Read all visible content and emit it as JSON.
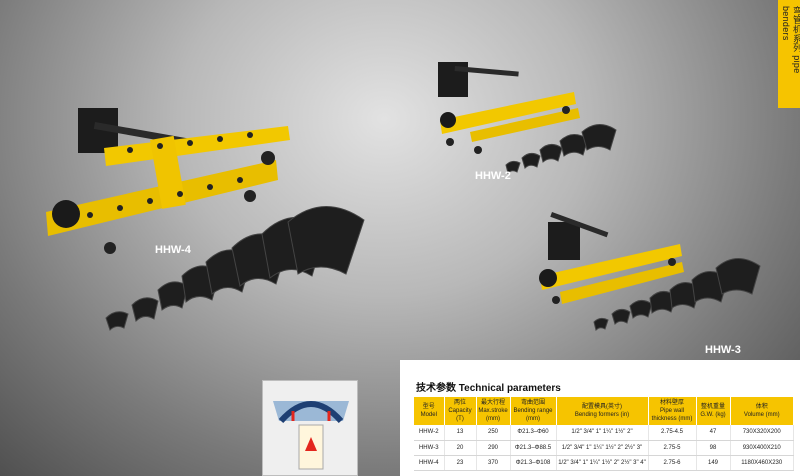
{
  "side_tab": {
    "text": "弯管机系列 pipe benders"
  },
  "products": {
    "hhw4_label": "HHW-4",
    "hhw2_label": "HHW-2",
    "hhw3_label": "HHW-3"
  },
  "specs": {
    "heading": "技术参数 Technical parameters",
    "columns": [
      {
        "cn": "型号",
        "en": "Model"
      },
      {
        "cn": "两位",
        "en": "Capacity (T)"
      },
      {
        "cn": "最大行程",
        "en": "Max.stroke (mm)"
      },
      {
        "cn": "弯曲范围",
        "en": "Bending range (mm)"
      },
      {
        "cn": "配置模具(英寸)",
        "en": "Bending formers (in)"
      },
      {
        "cn": "材料壁厚",
        "en": "Pipe wall thickness (mm)"
      },
      {
        "cn": "整机重量",
        "en": "G.W. (kg)"
      },
      {
        "cn": "体积",
        "en": "Volume (mm)"
      }
    ],
    "rows": [
      [
        "HHW-2",
        "13",
        "250",
        "Φ21.3–Φ60",
        "1/2\" 3/4\" 1\" 1¼\" 1½\" 2\"",
        "2.75-4.5",
        "47",
        "730X320X200"
      ],
      [
        "HHW-3",
        "20",
        "290",
        "Φ21.3–Φ88.5",
        "1/2\" 3/4\" 1\" 1¼\" 1½\" 2\" 2½\" 3\"",
        "2.75-5",
        "98",
        "930X400X210"
      ],
      [
        "HHW-4",
        "23",
        "370",
        "Φ21.3–Φ108",
        "1/2\" 3/4\" 1\" 1¼\" 1½\" 2\" 2½\" 3\" 4\"",
        "2.75-6",
        "149",
        "1180X460X230"
      ]
    ]
  },
  "colors": {
    "accent": "#f6c400",
    "machine_yellow": "#f2c800",
    "former": "#1e1e1e"
  }
}
